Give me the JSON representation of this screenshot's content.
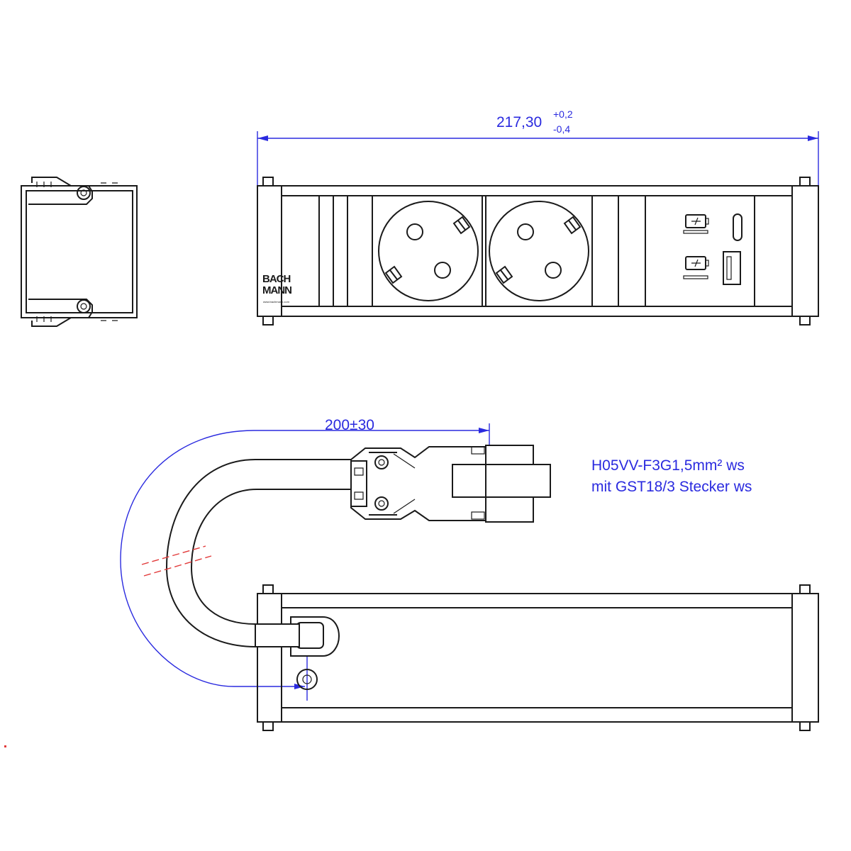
{
  "dimensions": {
    "length_value": "217,30",
    "length_tol_upper": "+0,2",
    "length_tol_lower": "-0,4",
    "cable_length": "200±30"
  },
  "cable_note": {
    "line1": "H05VV-F3G1,5mm² ws",
    "line2": "mit GST18/3  Stecker ws"
  },
  "brand": {
    "logo_line1": "BACH",
    "logo_line2": "MANN",
    "website": "www.bachmann.com"
  },
  "colors": {
    "line": "#1a1a1a",
    "dimension": "#2a2adf",
    "break_mark": "#e23a3a"
  }
}
